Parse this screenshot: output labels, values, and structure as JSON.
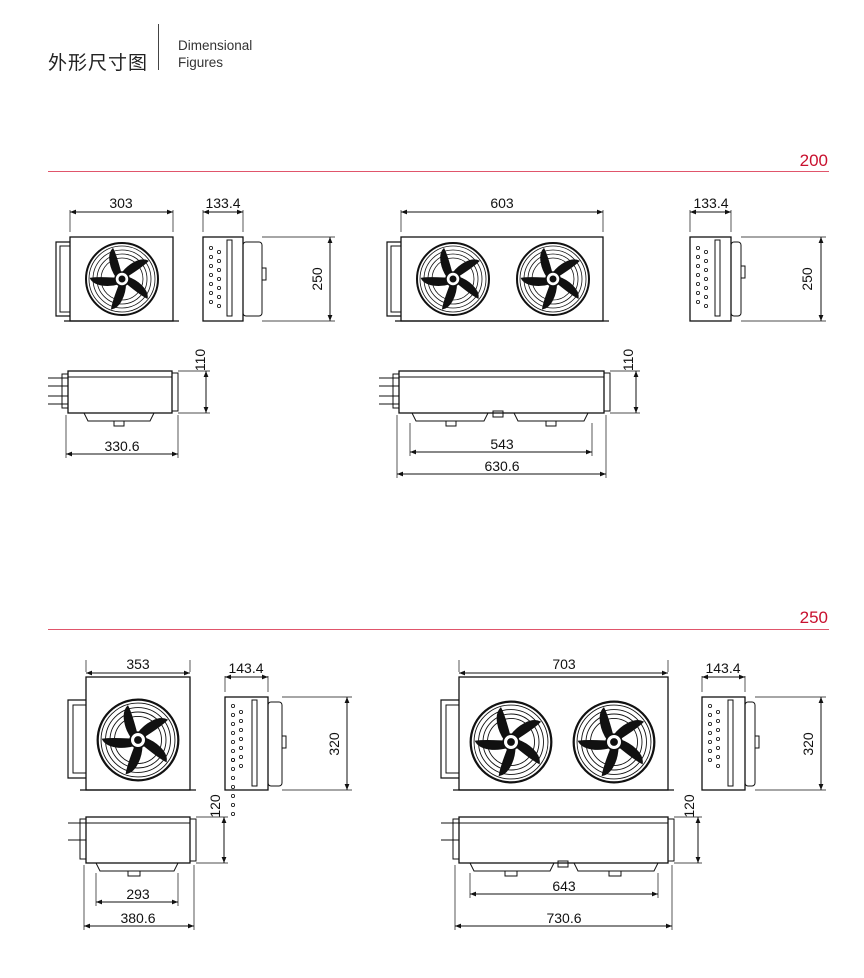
{
  "header": {
    "title_cn": "外形尺寸图",
    "title_en_line1": "Dimensional",
    "title_en_line2": "Figures"
  },
  "colors": {
    "accent": "#c8102e",
    "rule": "#e0556b",
    "line": "#222222"
  },
  "sections": [
    {
      "label": "200",
      "single": {
        "front_width": "303",
        "side_depth": "133.4",
        "height": "250",
        "top_height": "110",
        "top_width": "330.6"
      },
      "double": {
        "front_width": "603",
        "side_depth": "133.4",
        "height": "250",
        "top_height": "110",
        "top_inner": "543",
        "top_width": "630.6"
      }
    },
    {
      "label": "250",
      "single": {
        "front_width": "353",
        "side_depth": "143.4",
        "height": "320",
        "top_height": "120",
        "top_inner": "293",
        "top_width": "380.6"
      },
      "double": {
        "front_width": "703",
        "side_depth": "143.4",
        "height": "320",
        "top_height": "120",
        "top_inner": "643",
        "top_width": "730.6"
      }
    }
  ]
}
